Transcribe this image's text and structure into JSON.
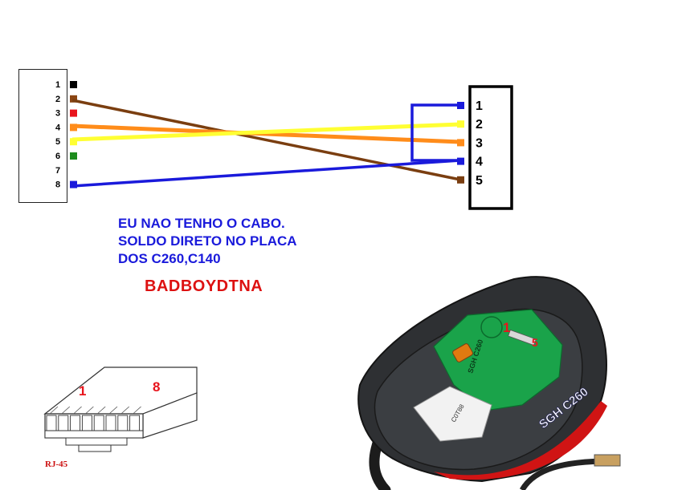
{
  "left_connector": {
    "pins": [
      {
        "label": "1",
        "color": "#000000"
      },
      {
        "label": "2",
        "color": "#8b4513"
      },
      {
        "label": "3",
        "color": "#e8141c"
      },
      {
        "label": "4",
        "color": "#ff8c1a"
      },
      {
        "label": "5",
        "color": "#ffff33"
      },
      {
        "label": "6",
        "color": "#1e8c1e"
      },
      {
        "label": "7",
        "color": ""
      },
      {
        "label": "8",
        "color": "#1a1adb"
      }
    ]
  },
  "right_connector": {
    "pins": [
      "1",
      "2",
      "3",
      "4",
      "5"
    ]
  },
  "wires": [
    {
      "from": "2",
      "to": "5",
      "color": "#8b4513"
    },
    {
      "from": "4",
      "to": "3",
      "color": "#ff8c1a"
    },
    {
      "from": "5",
      "to": "2",
      "color": "#ffff33"
    },
    {
      "from": "8",
      "to": "4",
      "color": "#1a1adb"
    },
    {
      "from": "4",
      "to": "1",
      "color": "#1a1adb"
    }
  ],
  "notes": {
    "line1": "EU NAO TENHO O CABO.",
    "line2": "SOLDO DIRETO NO PLACA",
    "line3": "DOS C260,C140",
    "author": "BADBOYDTNA"
  },
  "rj45": {
    "label": "RJ-45",
    "pin_first": "1",
    "pin_last": "8"
  },
  "phone_photo": {
    "model_label": "SGH C260",
    "pin_first": "1",
    "pin_last": "5",
    "board_text": "SGH C260",
    "chip_text": "C0T88"
  }
}
